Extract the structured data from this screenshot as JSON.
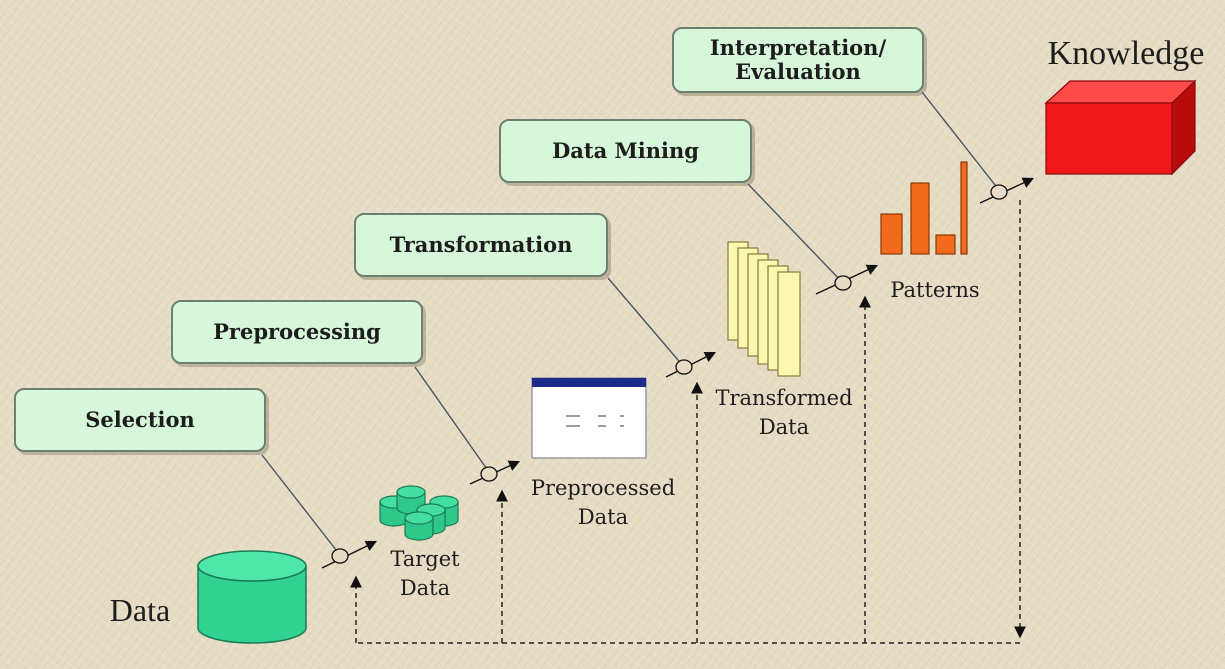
{
  "steps": {
    "selection": "Selection",
    "preprocessing": "Preprocessing",
    "transformation": "Transformation",
    "data_mining": "Data Mining",
    "interpretation_line1": "Interpretation/",
    "interpretation_line2": "Evaluation"
  },
  "stages": {
    "data": "Data",
    "target_line1": "Target",
    "target_line2": "Data",
    "preprocessed_line1": "Preprocessed",
    "preprocessed_line2": "Data",
    "transformed_line1": "Transformed",
    "transformed_line2": "Data",
    "patterns": "Patterns",
    "knowledge": "Knowledge"
  },
  "colors": {
    "step_fill": "#d7f7da",
    "database": "#2fd291",
    "target_data": "#2ec98a",
    "table_header": "#1c2a8c",
    "transformed_pages": "#fbf7b0",
    "patterns_bars": "#f26a1c",
    "knowledge_cube": "#f01818"
  }
}
